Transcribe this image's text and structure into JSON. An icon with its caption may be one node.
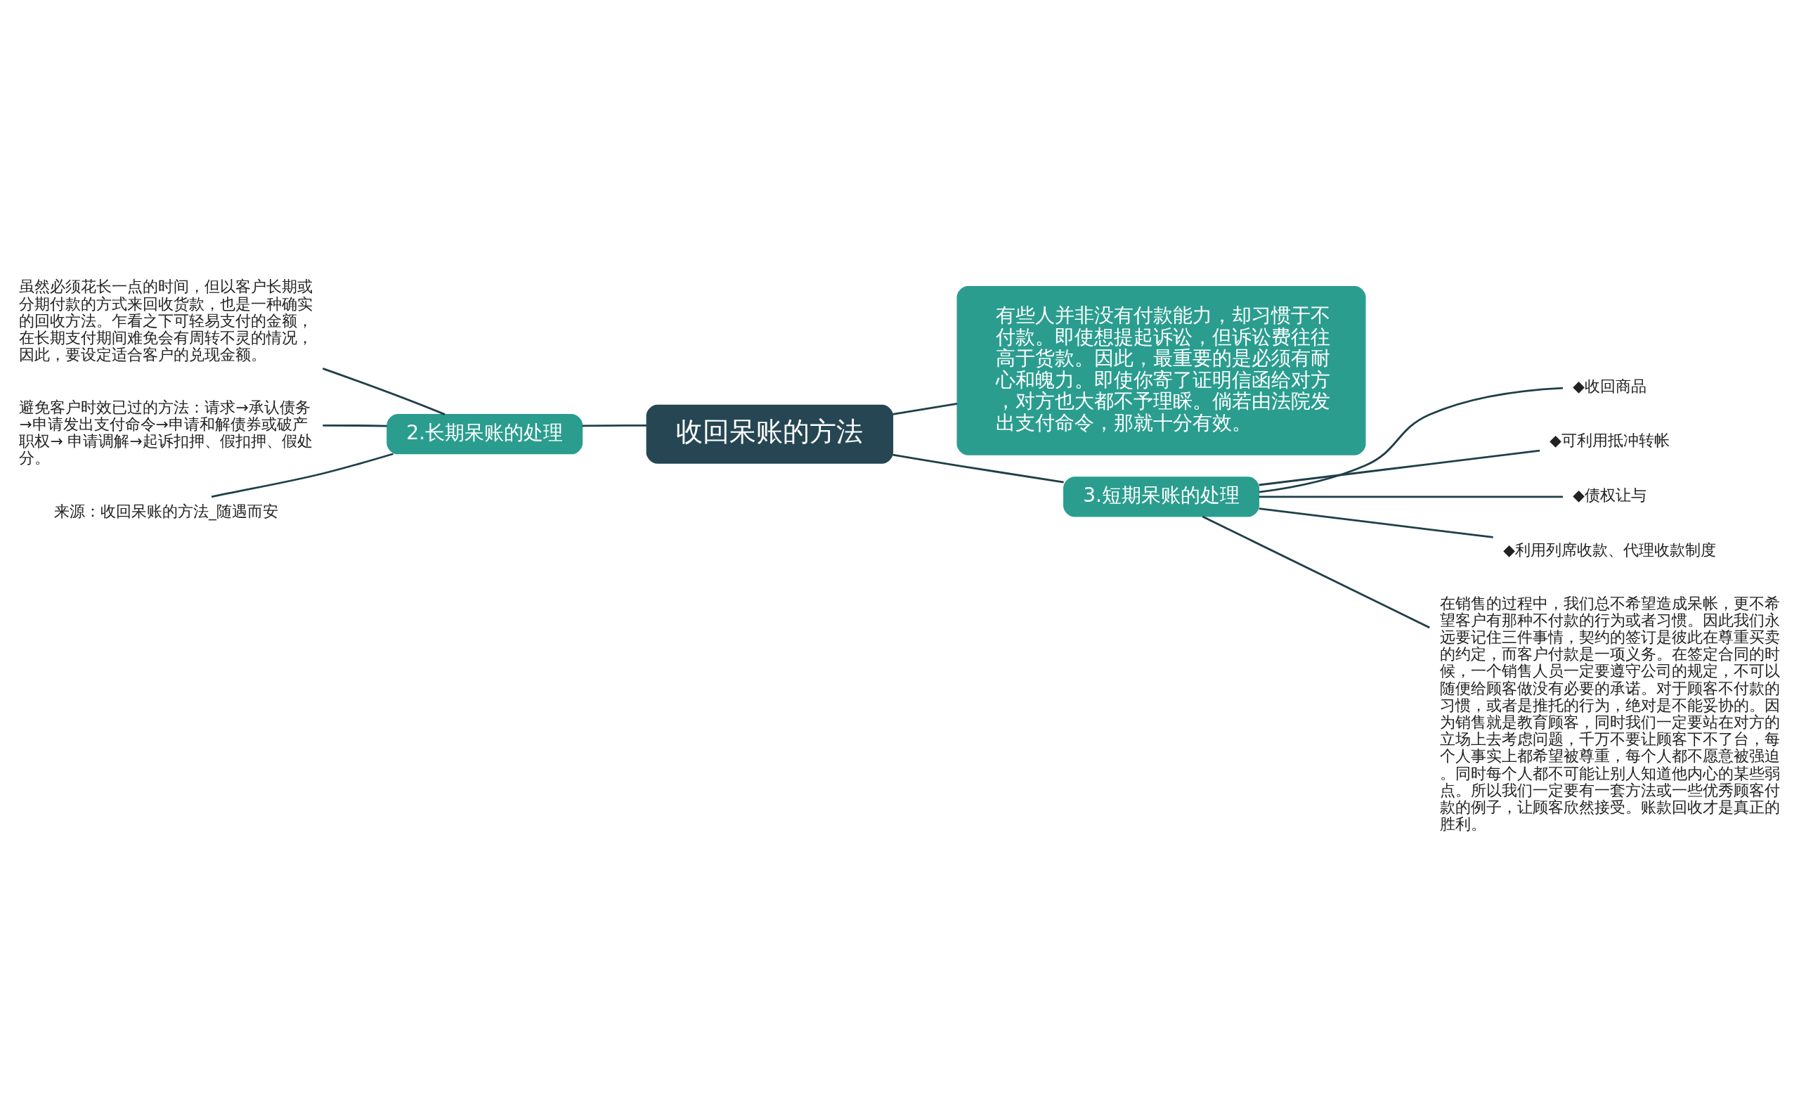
{
  "diagram": {
    "nodes": [
      {
        "text": [
          "收回呆账的方法"
        ]
      },
      {
        "text": [
          "有些人并非没有付款能力，却习惯于不付款。即使想提起诉讼，但诉讼费往往高于货款。因此，最重要的是必须有耐心和魄力。即使你寄了证明信函给对方，对方也大都不予理睬。倘若由法院发出支付命令，那就十分有效。"
        ]
      },
      {
        "text": [
          "2.长期呆账的处理"
        ]
      },
      {
        "text": [
          "虽然必须花长一点的时间，但以客户长期或分期付款的方式来回收货款，也是一种确实的回收方法。乍看之下可轻易支付的金额，在长期支付期间难免会有周转不灵的情况，因此，要设定适合客户的兑现金额。"
        ]
      },
      {
        "text": [
          "避免客户时效已过的方法：请求→承认债务→申请发出支付命令→申请和解债券或破产职权→ 申请调解→起诉扣押、假扣押、假处分。"
        ]
      },
      {
        "text": [
          "来源：收回呆账的方法_随遇而安"
        ]
      },
      {
        "text": [
          "3.短期呆账的处理"
        ]
      },
      {
        "text": [
          "◆收回商品"
        ]
      },
      {
        "text": [
          "◆可利用抵冲转帐"
        ]
      },
      {
        "text": [
          "◆债权让与"
        ]
      },
      {
        "text": [
          "◆利用列席收款、代理收款制度"
        ]
      },
      {
        "text": [
          "在销售的过程中，我们总不希望造成呆帐，更不希望客户有那种不付款的行为或者习惯。因此我们永远要记住三件事情，契约的签订是彼此在尊重买卖的约定，而客户付款是一项义务。在签定合同的时候，一个销售人员一定要遵守公司的规定，不可以随便给顾客做没有必要的承诺。对于顾客不付款的习惯，或者是推托的行为，绝对是不能妥协的。因为销售就是教育顾客，同时我们一定要站在对方的立场上去考虑问题，千万不要让顾客下不了台，每个人事实上都希望被尊重，每个人都不愿意被强迫。同时每个人都不可能让别人知道他内心的某些弱点。所以我们一定要有一套方法或一些优秀顾客付款的例子，让顾客欣然接受。账款回收才是真正的胜利。"
        ]
      }
    ],
    "edges": [
      {
        "from": 0,
        "to": 1,
        "arrow": "none"
      },
      {
        "from": 0,
        "to": 2,
        "arrow": "none"
      },
      {
        "from": 0,
        "to": 6,
        "arrow": "none"
      },
      {
        "from": 2,
        "to": 3,
        "arrow": "none"
      },
      {
        "from": 2,
        "to": 4,
        "arrow": "none"
      },
      {
        "from": 2,
        "to": 5,
        "arrow": "none"
      },
      {
        "from": 6,
        "to": 7,
        "arrow": "none"
      },
      {
        "from": 6,
        "to": 8,
        "arrow": "none"
      },
      {
        "from": 6,
        "to": 9,
        "arrow": "none"
      },
      {
        "from": 6,
        "to": 10,
        "arrow": "none"
      },
      {
        "from": 6,
        "to": 11,
        "arrow": "none"
      }
    ]
  }
}
